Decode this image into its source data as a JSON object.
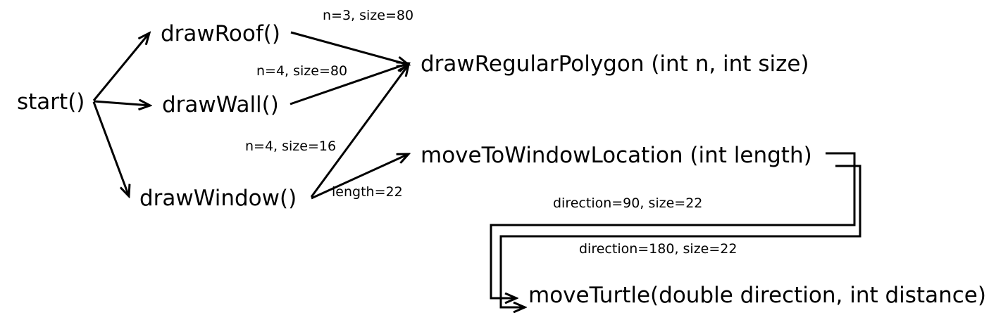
{
  "nodes": {
    "start": "start()",
    "drawRoof": "drawRoof()",
    "drawWall": "drawWall()",
    "drawWindow": "drawWindow()",
    "drawRegularPolygon": "drawRegularPolygon (int n, int size)",
    "moveToWindowLocation": "moveToWindowLocation (int length)",
    "moveTurtle": "moveTurtle(double direction, int distance)"
  },
  "edge_labels": {
    "roof_to_polygon": "n=3, size=80",
    "wall_to_polygon": "n=4, size=80",
    "window_to_polygon": "n=4, size=16",
    "window_to_move_location": "length=22",
    "location_to_turtle_1": "direction=90, size=22",
    "location_to_turtle_2": "direction=180, size=22"
  },
  "colors": {
    "line": "#000000",
    "text": "#000000",
    "background": "#ffffff"
  }
}
